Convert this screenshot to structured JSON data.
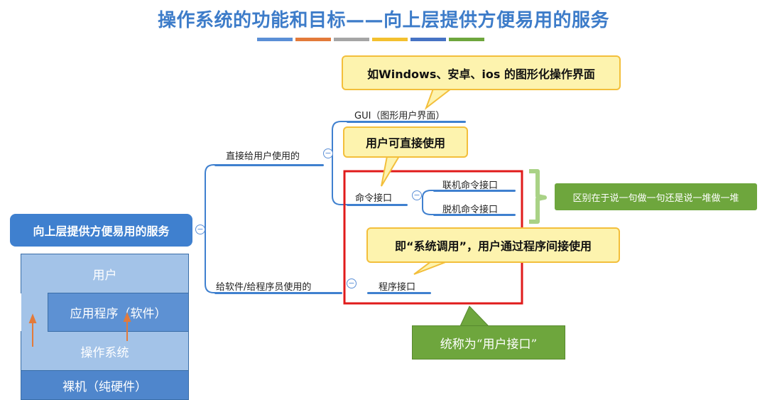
{
  "title": "操作系统的功能和目标——向上层提供方便易用的服务",
  "colors": {
    "title": "#3d7cc9",
    "dashes": [
      "#5b8fd6",
      "#e37a3a",
      "#a5a5a5",
      "#f3c02f",
      "#4673c4",
      "#6ea63d"
    ],
    "node_line": "#3f80cf",
    "callout_fill": "#fdf3ae",
    "callout_border": "#f3bf3b",
    "green": "#6ea63d",
    "red_box": "#e01b1b",
    "bracket": "#a9d286"
  },
  "mindmap": {
    "root": "向上层提供方便易用的服务",
    "branch_direct": "直接给用户使用的",
    "branch_program": "给软件/给程序员使用的",
    "gui": "GUI（图形用户界面）",
    "command_interface": "命令接口",
    "online_command": "联机命令接口",
    "offline_command": "脱机命令接口",
    "program_interface": "程序接口"
  },
  "callouts": {
    "gui_examples": "如Windows、安卓、ios 的图形化操作界面",
    "direct_use": "用户可直接使用",
    "system_call": "即“系统调用”，用户通过程序间接使用"
  },
  "notes": {
    "difference": "区别在于说一句做一句还是说一堆做一堆",
    "user_interface": "统称为“用户接口”"
  },
  "layers": {
    "user": "用户",
    "application": "应用程序（软件）",
    "os": "操作系统",
    "hardware": "裸机（纯硬件）"
  }
}
